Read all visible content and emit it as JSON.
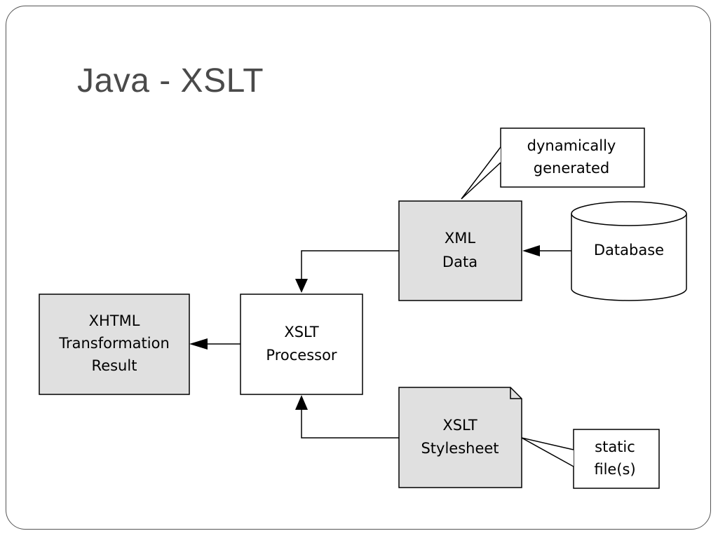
{
  "slide": {
    "title": "Java - XSLT"
  },
  "diagram": {
    "nodes": {
      "xml_data": {
        "lines": [
          "XML",
          "Data"
        ]
      },
      "database": {
        "lines": [
          "Database"
        ]
      },
      "xslt_processor": {
        "lines": [
          "XSLT",
          "Processor"
        ]
      },
      "xhtml_result": {
        "lines": [
          "XHTML",
          "Transformation",
          "Result"
        ]
      },
      "xslt_stylesheet": {
        "lines": [
          "XSLT",
          "Stylesheet"
        ]
      }
    },
    "callouts": {
      "dynamic": {
        "lines": [
          "dynamically",
          "generated"
        ]
      },
      "static": {
        "lines": [
          "static",
          "file(s)"
        ]
      }
    },
    "colors": {
      "shaded_fill": "#e0e0e0",
      "plain_fill": "#ffffff",
      "stroke": "#000000"
    }
  }
}
